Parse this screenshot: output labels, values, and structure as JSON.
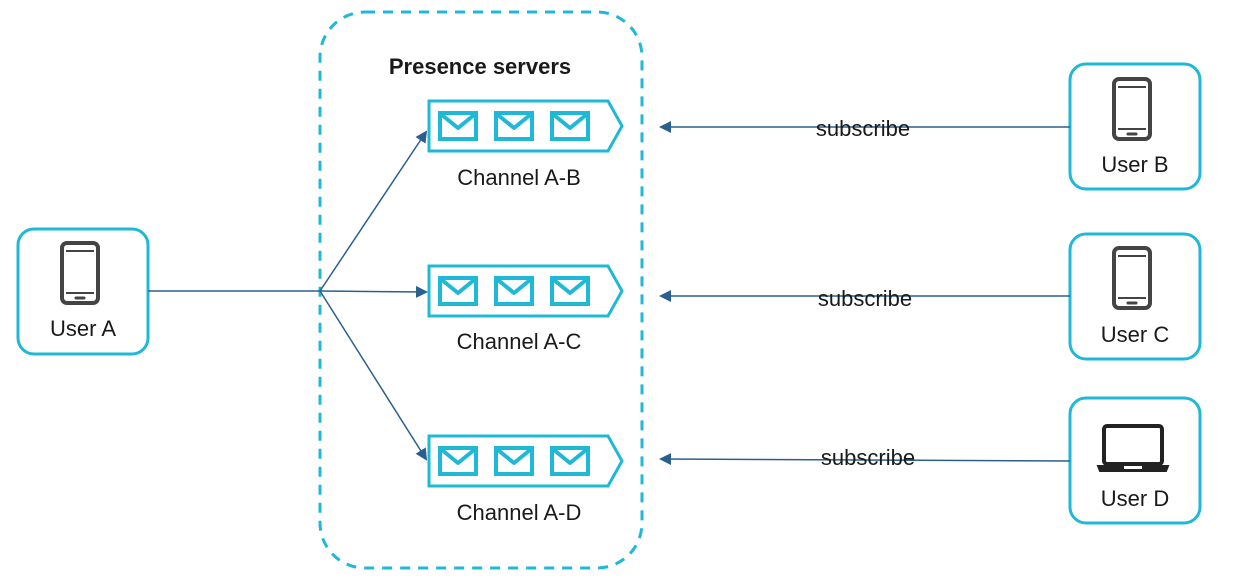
{
  "diagram": {
    "group_title": "Presence servers",
    "users": {
      "a": {
        "label": "User A",
        "icon": "smartphone-icon"
      },
      "b": {
        "label": "User B",
        "icon": "smartphone-icon"
      },
      "c": {
        "label": "User C",
        "icon": "smartphone-icon"
      },
      "d": {
        "label": "User D",
        "icon": "laptop-icon"
      }
    },
    "channels": {
      "ab": {
        "label": "Channel A-B",
        "icon": "message-queue-icon"
      },
      "ac": {
        "label": "Channel A-C",
        "icon": "message-queue-icon"
      },
      "ad": {
        "label": "Channel A-D",
        "icon": "message-queue-icon"
      }
    },
    "edges": {
      "b_to_ab": "subscribe",
      "c_to_ac": "subscribe",
      "d_to_ad": "subscribe"
    },
    "colors": {
      "accent": "#1fb8d6",
      "edge": "#2b5f8e",
      "icon": "#444444",
      "text": "#1a1a1a"
    }
  }
}
